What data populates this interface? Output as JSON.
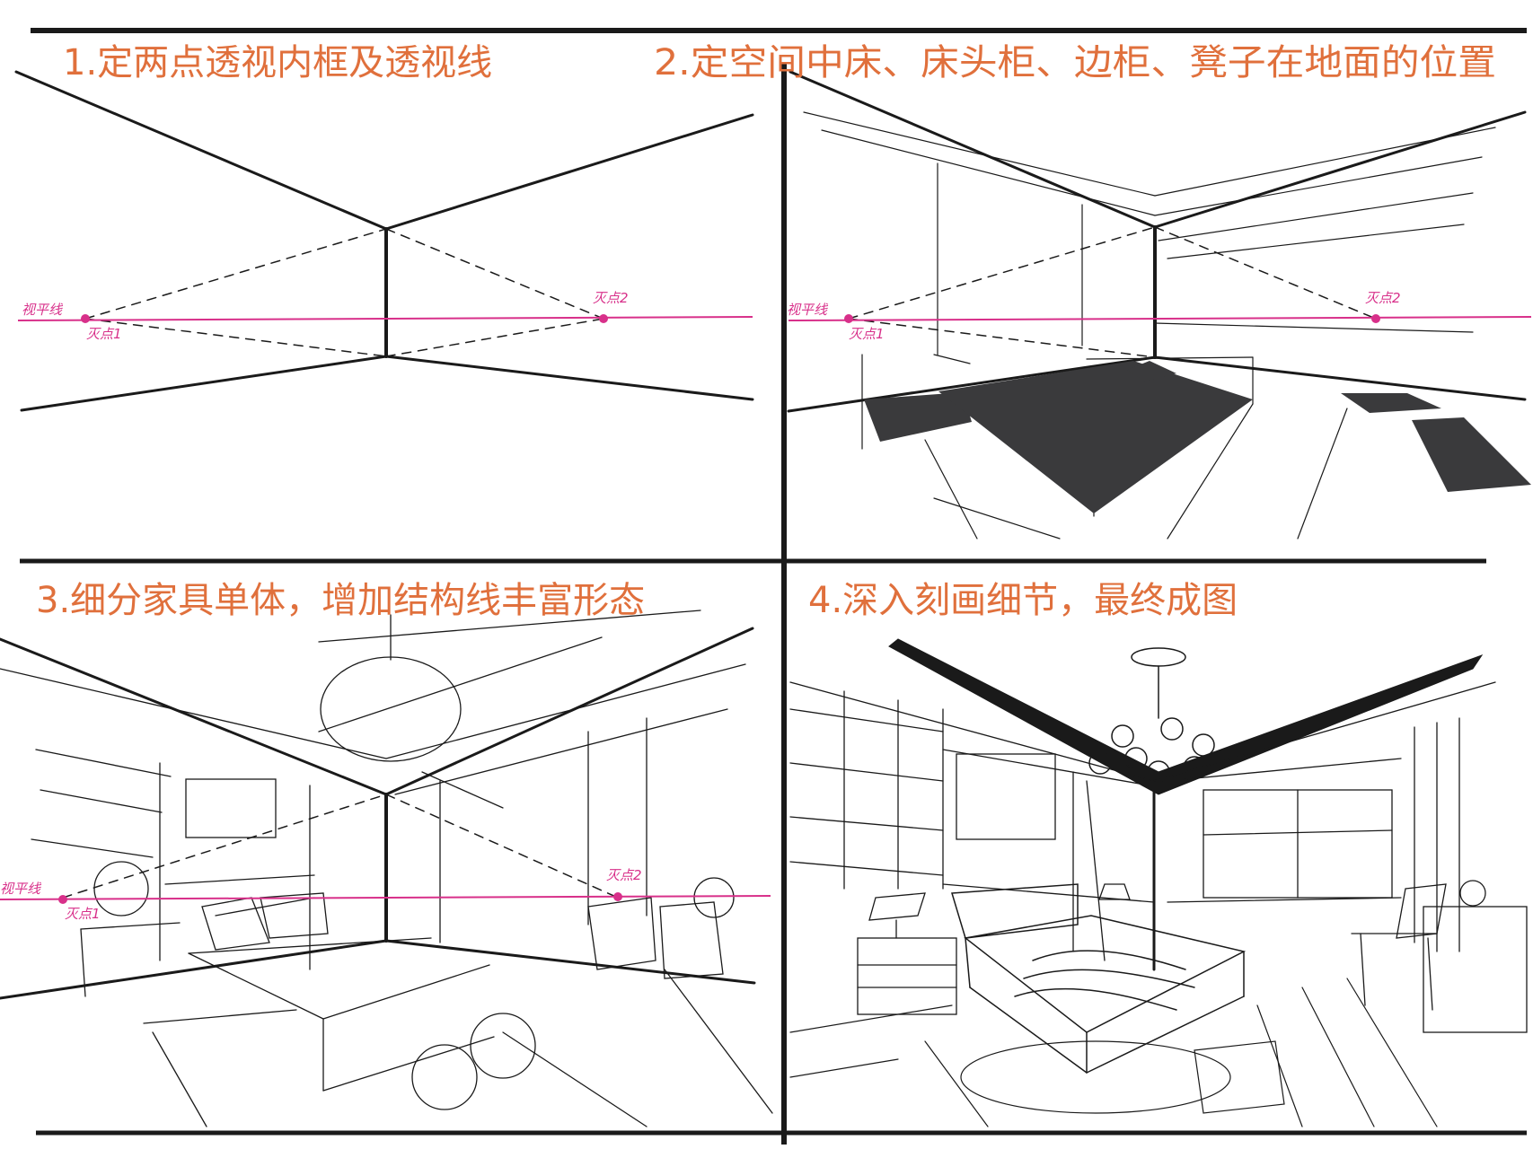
{
  "colors": {
    "title": "#e0703c",
    "ink": "#1a1a1a",
    "horizon": "#d8308a",
    "fill": "#3a3a3c"
  },
  "panels": [
    {
      "title": "1.定两点透视内框及透视线"
    },
    {
      "title": "2.定空间中床、床头柜、边柜、凳子在地面的位置"
    },
    {
      "title": "3.细分家具单体，增加结构线丰富形态"
    },
    {
      "title": "4.深入刻画细节，最终成图"
    }
  ],
  "annotations": {
    "horizon_line": "视平线",
    "vanishing_point_1": "灭点1",
    "vanishing_point_2": "灭点2"
  }
}
